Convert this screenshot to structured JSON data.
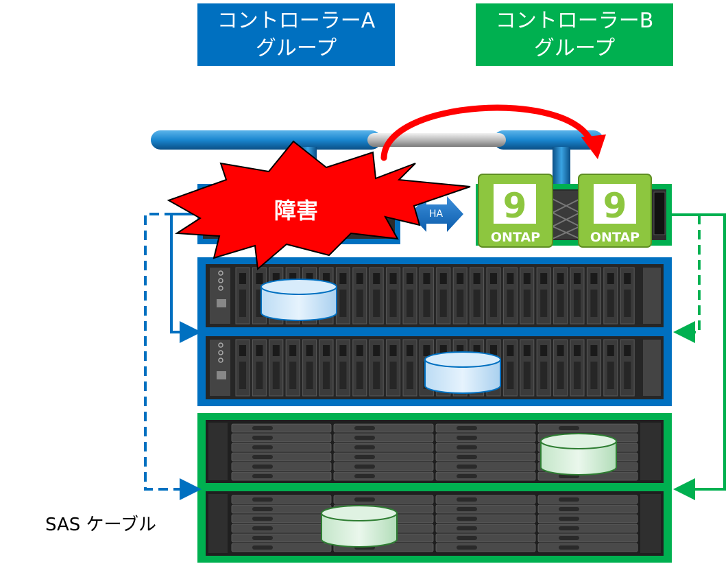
{
  "groups": {
    "a": {
      "line1": "コントローラーA",
      "line2": "グループ",
      "color": "#0070C0"
    },
    "b": {
      "line1": "コントローラーB",
      "line2": "グループ",
      "color": "#00B050"
    }
  },
  "failure_label": "障害",
  "ha_label": "HA",
  "ontap_modules": [
    {
      "version": "9",
      "name": "ONTAP"
    },
    {
      "version": "9",
      "name": "ONTAP"
    }
  ],
  "cable_label": "SAS ケーブル",
  "colors": {
    "blue": "#0070C0",
    "green": "#00B050",
    "red": "#FF0000",
    "ontap_green": "#8DC63F",
    "chassis": "#2a2a2a"
  }
}
